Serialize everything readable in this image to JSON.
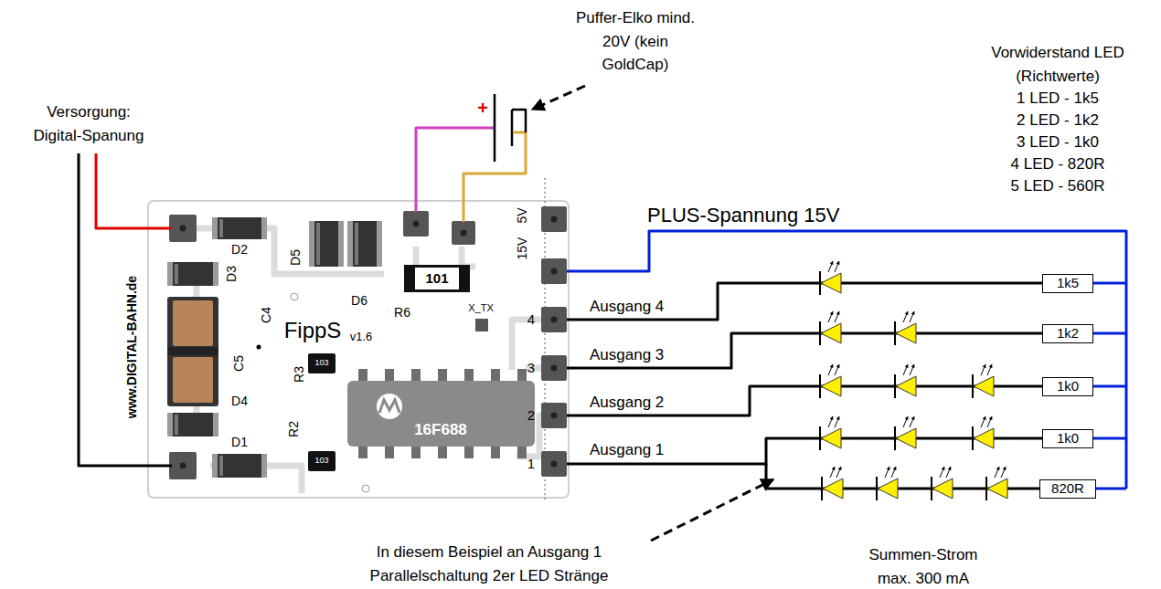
{
  "diagram": {
    "nodes": [
      {
        "text": [
          "101"
        ]
      },
      {
        "text": [
          "103"
        ]
      },
      {
        "text": [
          "103"
        ]
      },
      {
        "text": [
          "16F688"
        ]
      },
      {
        "text": [
          "1k5"
        ]
      },
      {
        "text": [
          "1k2"
        ]
      },
      {
        "text": [
          "1k0"
        ]
      },
      {
        "text": [
          "1k0"
        ]
      },
      {
        "text": [
          "820R"
        ]
      }
    ],
    "labels": [
      "Versorgung: Digital-Spanung",
      "Puffer-Elko mind. 20V (kein GoldCap)",
      "+",
      "Vorwiderstand LED (Richtwerte)",
      "1 LED - 1k5",
      "2 LED - 1k2",
      "3 LED - 1k0",
      "4 LED - 820R",
      "5 LED - 560R",
      "PLUS-Spannung 15V",
      "Ausgang 4",
      "Ausgang 3",
      "Ausgang 2",
      "Ausgang 1",
      "In diesem Beispiel an Ausgang 1 Parallelschaltung 2er LED Stränge",
      "Summen-Strom max. 300 mA",
      "www.DIGITAL-BAHN.de",
      "D2",
      "D3",
      "D5",
      "C4",
      "C5",
      "R3",
      "D4",
      "D1",
      "R2",
      "D6",
      "R6",
      "X_TX",
      "FippS",
      "v1.6",
      "15V",
      "5V",
      "4",
      "3",
      "2",
      "1"
    ]
  }
}
